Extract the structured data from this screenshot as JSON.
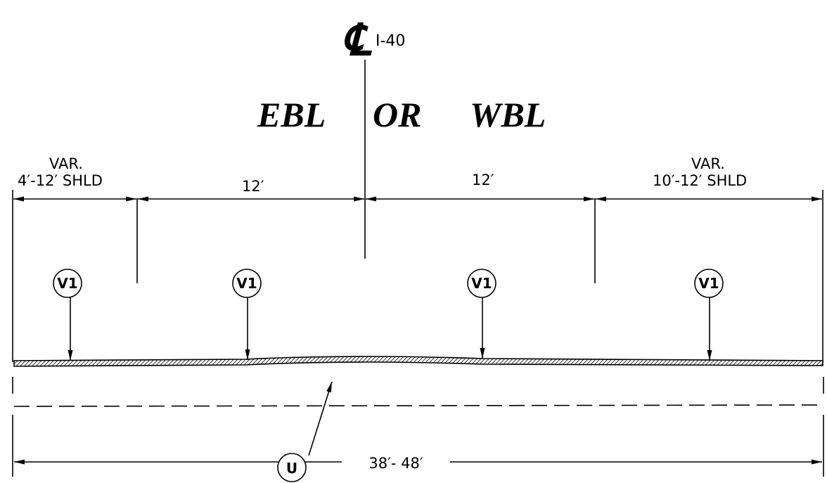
{
  "centerline": {
    "symbol": "℄",
    "subscript": "I-40"
  },
  "title": {
    "left": "EBL",
    "middle": "OR",
    "right": "WBL"
  },
  "dimensions": {
    "left_shoulder_line1": "VAR.",
    "left_shoulder_line2": "4′-12′ SHLD",
    "lane_left": "12′",
    "lane_right": "12′",
    "right_shoulder_line1": "VAR.",
    "right_shoulder_line2": "10′-12′ SHLD",
    "total_width": "38′- 48′"
  },
  "callouts": {
    "surface": "V1",
    "base": "U"
  }
}
